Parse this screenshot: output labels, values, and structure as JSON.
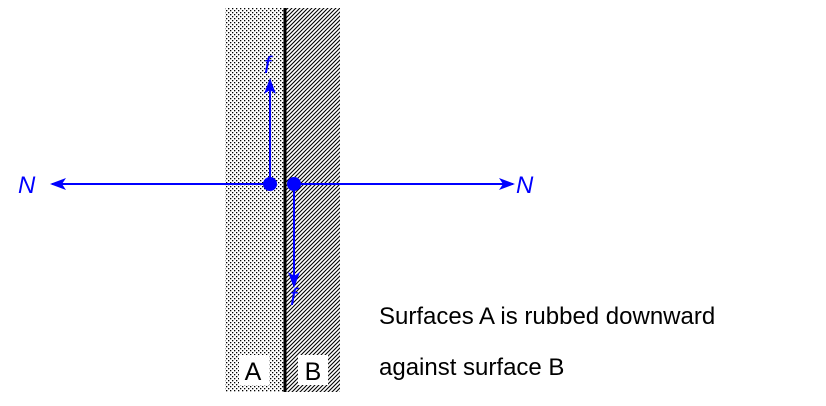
{
  "diagram": {
    "surface_a_label": "A",
    "surface_b_label": "B",
    "force_labels": {
      "normal_left": "N",
      "normal_right": "N",
      "friction_up": "f",
      "friction_down": "f"
    },
    "caption": {
      "line1": "Surfaces A is rubbed downward",
      "line2": "against surface B"
    },
    "colors": {
      "force": "#0000ff",
      "interface": "#000000",
      "text": "#000000"
    }
  }
}
